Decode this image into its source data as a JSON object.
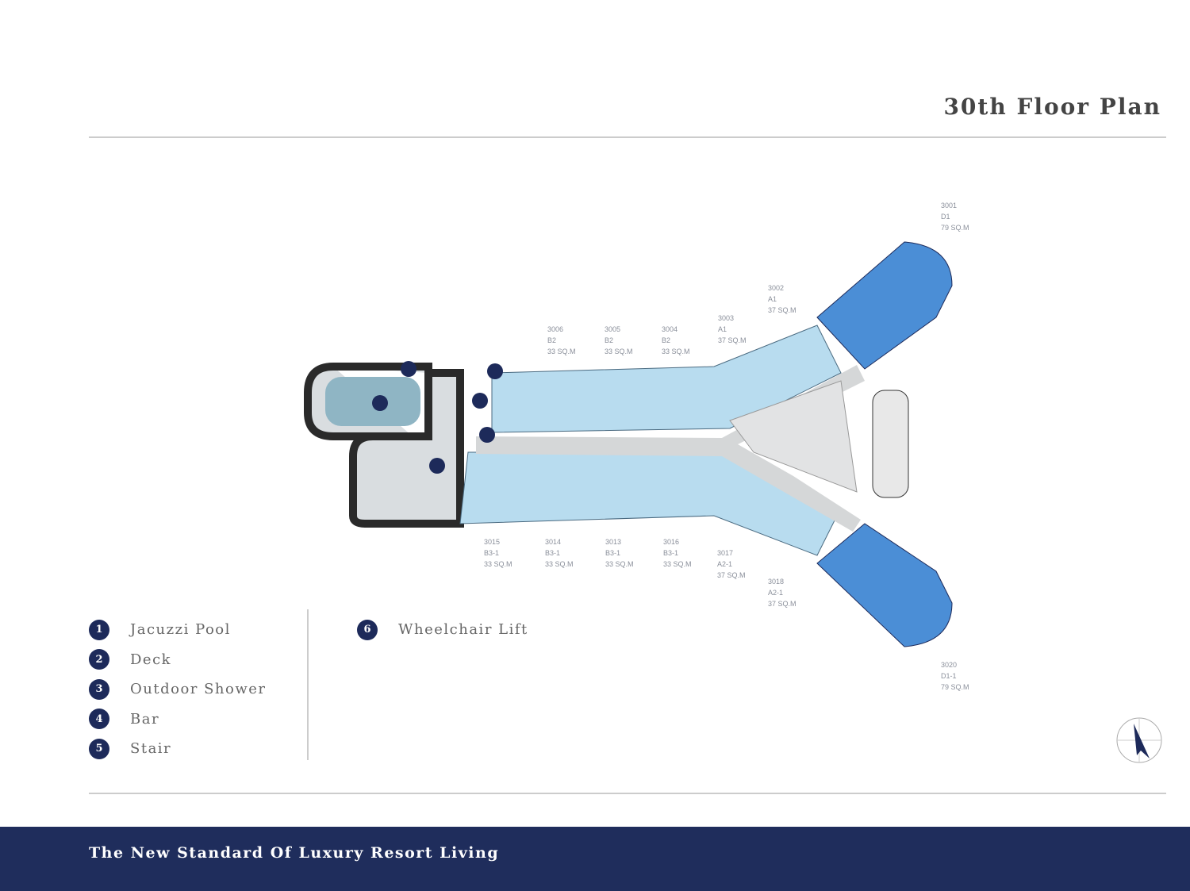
{
  "title": "30th Floor Plan",
  "units_top": [
    {
      "no": "3006",
      "type": "B2",
      "area": "33 SQ.M"
    },
    {
      "no": "3005",
      "type": "B2",
      "area": "33 SQ.M"
    },
    {
      "no": "3004",
      "type": "B2",
      "area": "33 SQ.M"
    },
    {
      "no": "3003",
      "type": "A1",
      "area": "37 SQ.M"
    },
    {
      "no": "3002",
      "type": "A1",
      "area": "37 SQ.M"
    },
    {
      "no": "3001",
      "type": "D1",
      "area": "79 SQ.M"
    }
  ],
  "units_bottom": [
    {
      "no": "3015",
      "type": "B3-1",
      "area": "33 SQ.M"
    },
    {
      "no": "3014",
      "type": "B3-1",
      "area": "33 SQ.M"
    },
    {
      "no": "3013",
      "type": "B3-1",
      "area": "33 SQ.M"
    },
    {
      "no": "3016",
      "type": "B3-1",
      "area": "33 SQ.M"
    },
    {
      "no": "3017",
      "type": "A2-1",
      "area": "37 SQ.M"
    },
    {
      "no": "3018",
      "type": "A2-1",
      "area": "37 SQ.M"
    },
    {
      "no": "3020",
      "type": "D1-1",
      "area": "79 SQ.M"
    }
  ],
  "legend": [
    {
      "n": "1",
      "label": "Jacuzzi Pool"
    },
    {
      "n": "2",
      "label": "Deck"
    },
    {
      "n": "3",
      "label": "Outdoor Shower"
    },
    {
      "n": "4",
      "label": "Bar"
    },
    {
      "n": "5",
      "label": "Stair"
    },
    {
      "n": "6",
      "label": "Wheelchair Lift"
    }
  ],
  "footer": "The New Standard Of Luxury Resort Living",
  "colors": {
    "navy": "#1f2d5c",
    "unit": "#b8dcef",
    "corner": "#4b8ed6"
  }
}
